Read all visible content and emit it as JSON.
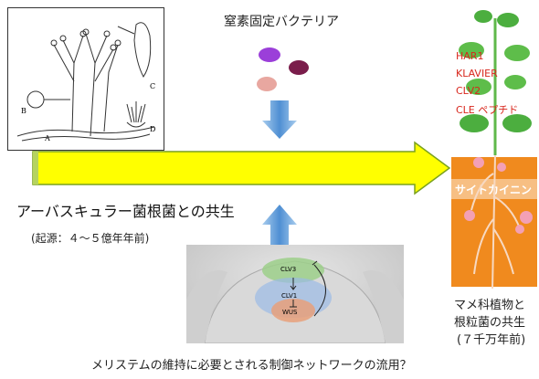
{
  "fungus_figure": {
    "letters": [
      "A",
      "B",
      "C",
      "D"
    ]
  },
  "bacteria": {
    "title": "窒素固定バクテリア",
    "colors": [
      "#9b3fd9",
      "#7a1d4b",
      "#e8a7a0"
    ]
  },
  "arbuscular": {
    "title": "アーバスキュラー菌根菌との共生",
    "origin": "(起源：４～５億年年前)"
  },
  "legume": {
    "genes": [
      "HAR1",
      "KLAVIER",
      "CLV2",
      "CLE ペプチド"
    ],
    "cytokinin": "サイトカイニン",
    "caption_line1": "マメ科植物と",
    "caption_line2": "根粒菌の共生",
    "caption_line3": "(７千万年前)"
  },
  "meristem": {
    "labels": [
      "CLV3",
      "CLV1",
      "WUS"
    ]
  },
  "bottom_caption": "メリステムの維持に必要とされる制御ネットワークの流用？",
  "colors": {
    "big_arrow_fill": "#ffff00",
    "big_arrow_stroke": "#7aa11f",
    "blue_arrow": "#5b9bd5",
    "plant_bg": "#f08a1e",
    "gene_text": "#d8261c"
  }
}
